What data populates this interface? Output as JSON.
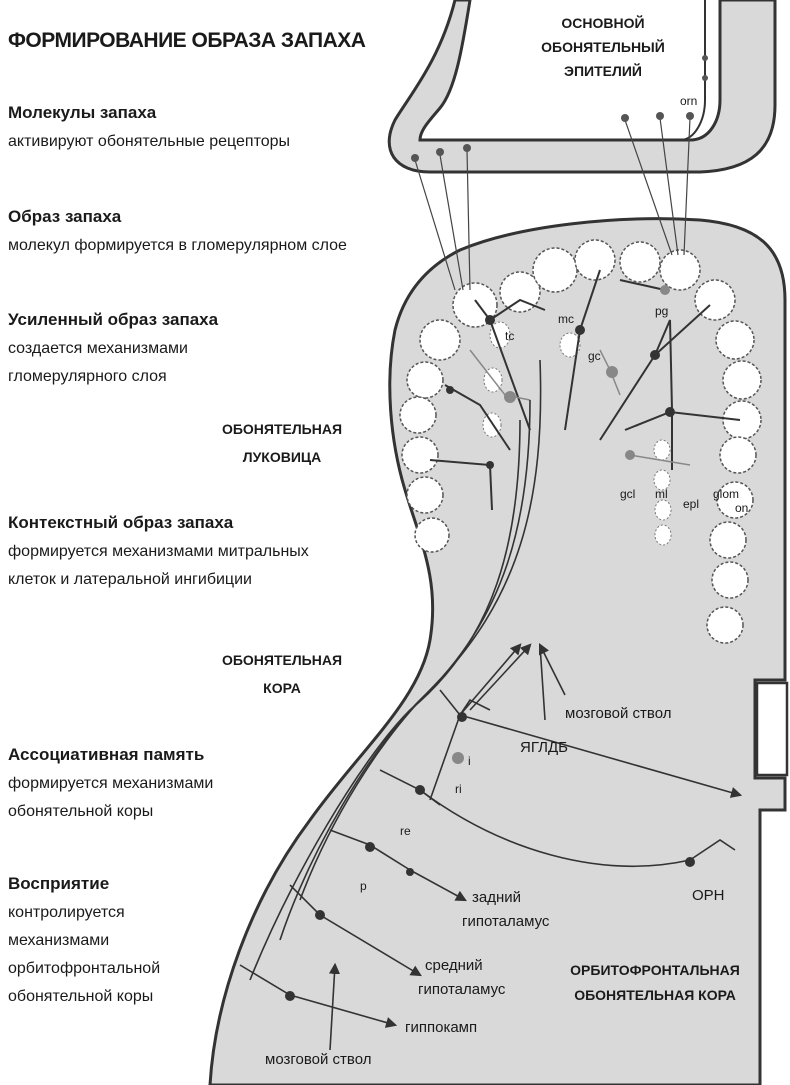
{
  "title": "ФОРМИРОВАНИЕ ОБРАЗА ЗАПАХА",
  "left_text": [
    {
      "heading": "Молекулы запаха",
      "lines": [
        "активируют обонятельные рецепторы"
      ]
    },
    {
      "heading": "Образ запаха",
      "lines": [
        "молекул формируется в гломерулярном слое"
      ]
    },
    {
      "heading": "Усиленный образ запаха",
      "lines": [
        "создается механизмами",
        "гломерулярного слоя"
      ]
    },
    {
      "heading": "Контекстный образ запаха",
      "lines": [
        "формируется механизмами митральных",
        "клеток и латеральной ингибиции"
      ]
    },
    {
      "heading": "Ассоциативная память",
      "lines": [
        "формируется механизмами",
        "обонятельной коры"
      ]
    },
    {
      "heading": "Восприятие",
      "lines": [
        "контролируется",
        "механизмами",
        "орбитофронтальной",
        "обонятельной коры"
      ]
    }
  ],
  "captions": {
    "epithelium": [
      "ОСНОВНОЙ",
      "ОБОНЯТЕЛЬНЫЙ",
      "ЭПИТЕЛИЙ"
    ],
    "bulb": [
      "ОБОНЯТЕЛЬНАЯ",
      "ЛУКОВИЦА"
    ],
    "cortex": [
      "ОБОНЯТЕЛЬНАЯ",
      "КОРА"
    ],
    "ofc": [
      "ОРБИТОФРОНТАЛЬНАЯ",
      "ОБОНЯТЕЛЬНАЯ КОРА"
    ]
  },
  "labels": {
    "orn": "orn",
    "tc": "tc",
    "mc": "mc",
    "gc": "gc",
    "pg": "pg",
    "gcl": "gcl",
    "ml": "ml",
    "epl": "epl",
    "glom": "glom",
    "on": "on",
    "i": "i",
    "ri": "ri",
    "re": "re",
    "p": "p",
    "brainstem_top": "мозговой ствол",
    "yagldb": "ЯГЛДБ",
    "orn_ru": "ОРН",
    "posterior_hypothalamus": [
      "задний",
      "гипоталамус"
    ],
    "middle_hypothalamus": [
      "средний",
      "гипоталамус"
    ],
    "hippocampus": "гиппокамп",
    "brainstem_bottom": "мозговой ствол"
  }
}
